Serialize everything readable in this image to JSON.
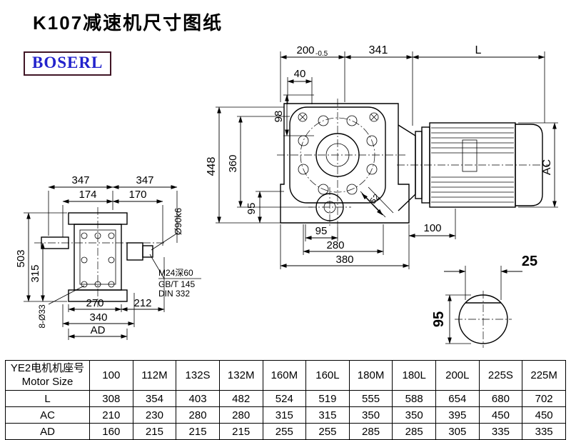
{
  "header": {
    "title": "K107减速机尺寸图纸",
    "logo": "BOSERL"
  },
  "front_view": {
    "dim_200": "200",
    "dim_200_tol": "-0.5",
    "dim_341": "341",
    "dim_L": "L",
    "dim_40": "40",
    "dim_98": "98",
    "dim_448": "448",
    "dim_360": "360",
    "dim_95_left": "95",
    "dim_95_bottom": "95",
    "dim_100": "100",
    "dim_280": "280",
    "dim_380": "380",
    "dim_52": "52",
    "dim_AC": "AC"
  },
  "side_view": {
    "dim_347_left": "347",
    "dim_347_right": "347",
    "dim_174": "174",
    "dim_170": "170",
    "dim_503": "503",
    "dim_315": "315",
    "dim_270": "270",
    "dim_212": "212",
    "dim_340": "340",
    "dim_bolt_holes": "8-Ø33",
    "dim_AD": "AD",
    "shaft_dia": "Ø90k6",
    "note_tap": "M24深60",
    "note_gbt": "GB/T 145",
    "note_din": "DIN 332"
  },
  "shaft_section": {
    "dim_25": "25",
    "dim_95": "95"
  },
  "table": {
    "header_line1": "YE2电机机座号",
    "header_line2": "Motor Size",
    "columns": [
      "100",
      "112M",
      "132S",
      "132M",
      "160M",
      "160L",
      "180M",
      "180L",
      "200L",
      "225S",
      "225M"
    ],
    "rows": [
      {
        "label": "L",
        "values": [
          "308",
          "354",
          "403",
          "482",
          "524",
          "519",
          "555",
          "588",
          "654",
          "680",
          "702"
        ]
      },
      {
        "label": "AC",
        "values": [
          "210",
          "230",
          "280",
          "280",
          "315",
          "315",
          "350",
          "350",
          "395",
          "450",
          "450"
        ]
      },
      {
        "label": "AD",
        "values": [
          "160",
          "215",
          "215",
          "215",
          "255",
          "255",
          "285",
          "285",
          "305",
          "335",
          "335"
        ]
      }
    ]
  }
}
